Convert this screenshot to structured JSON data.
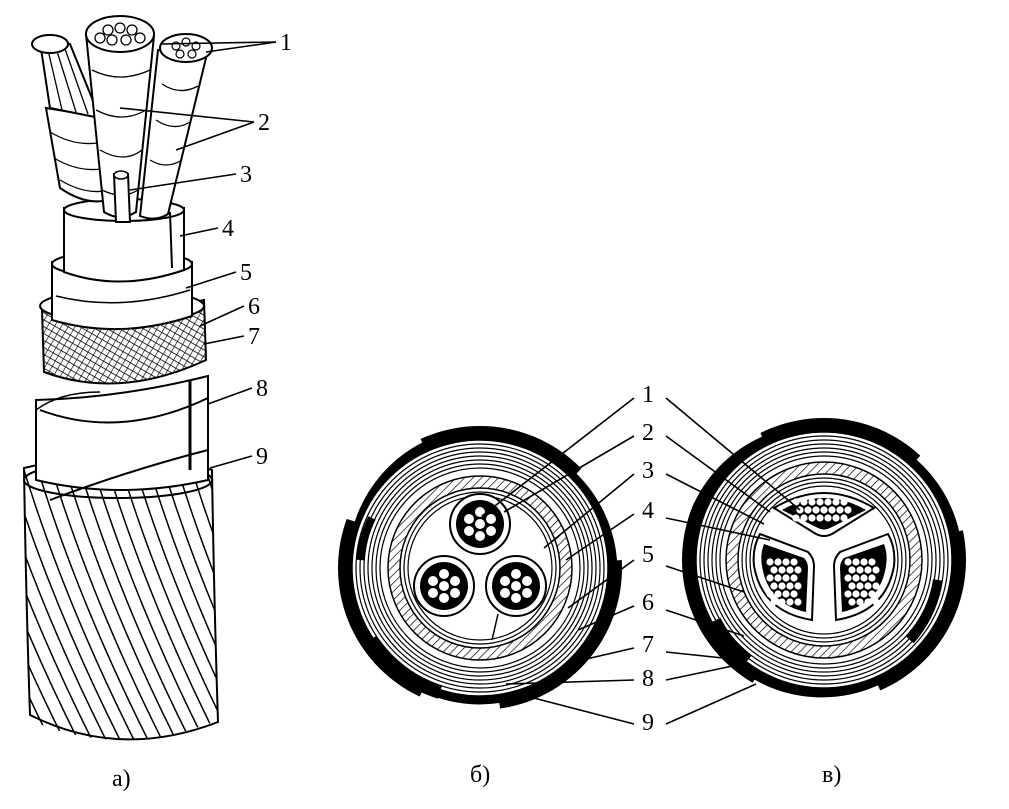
{
  "panel_a": {
    "caption": "а)",
    "labels": [
      "1",
      "2",
      "3",
      "4",
      "5",
      "6",
      "7",
      "8",
      "9"
    ]
  },
  "panel_b": {
    "caption": "б)",
    "labels": [
      "1",
      "2",
      "3",
      "4",
      "5",
      "6",
      "7",
      "8",
      "9"
    ]
  },
  "panel_c": {
    "caption": "в)"
  },
  "colors": {
    "ink": "#000000",
    "paper": "#ffffff"
  }
}
